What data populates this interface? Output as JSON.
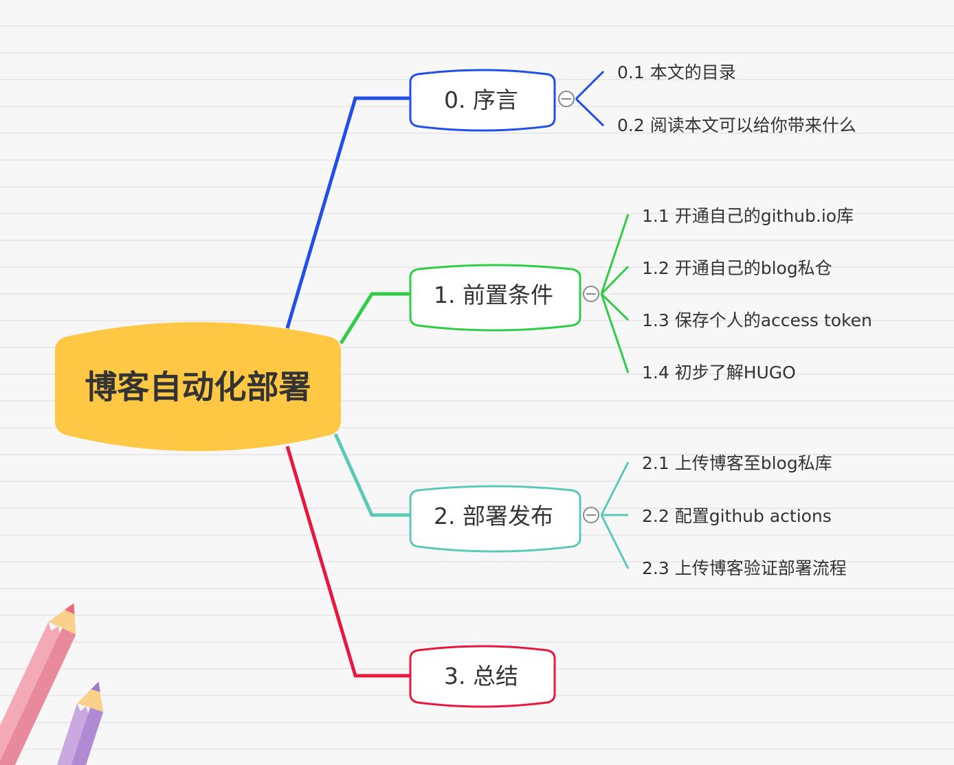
{
  "colors": {
    "root_fill": "#ffc844",
    "branch0": "#1f4fe8",
    "branch1": "#2ecc47",
    "branch2": "#5bc8b8",
    "branch3": "#e8173e",
    "text": "#333333"
  },
  "root": {
    "label": "博客自动化部署"
  },
  "branches": [
    {
      "label": "0. 序言",
      "collapse_icon": "minus-circle-icon",
      "children": [
        "0.1 本文的目录",
        "0.2 阅读本文可以给你带来什么"
      ]
    },
    {
      "label": "1. 前置条件",
      "collapse_icon": "minus-circle-icon",
      "children": [
        "1.1 开通自己的github.io库",
        "1.2 开通自己的blog私仓",
        "1.3 保存个人的access token",
        "1.4 初步了解HUGO"
      ]
    },
    {
      "label": "2. 部署发布",
      "collapse_icon": "minus-circle-icon",
      "children": [
        "2.1 上传博客至blog私库",
        "2.2 配置github actions",
        "2.3 上传博客验证部署流程"
      ]
    },
    {
      "label": "3. 总结",
      "children": []
    }
  ],
  "decoration": [
    "pencil-icon-pink",
    "pencil-icon-purple"
  ]
}
